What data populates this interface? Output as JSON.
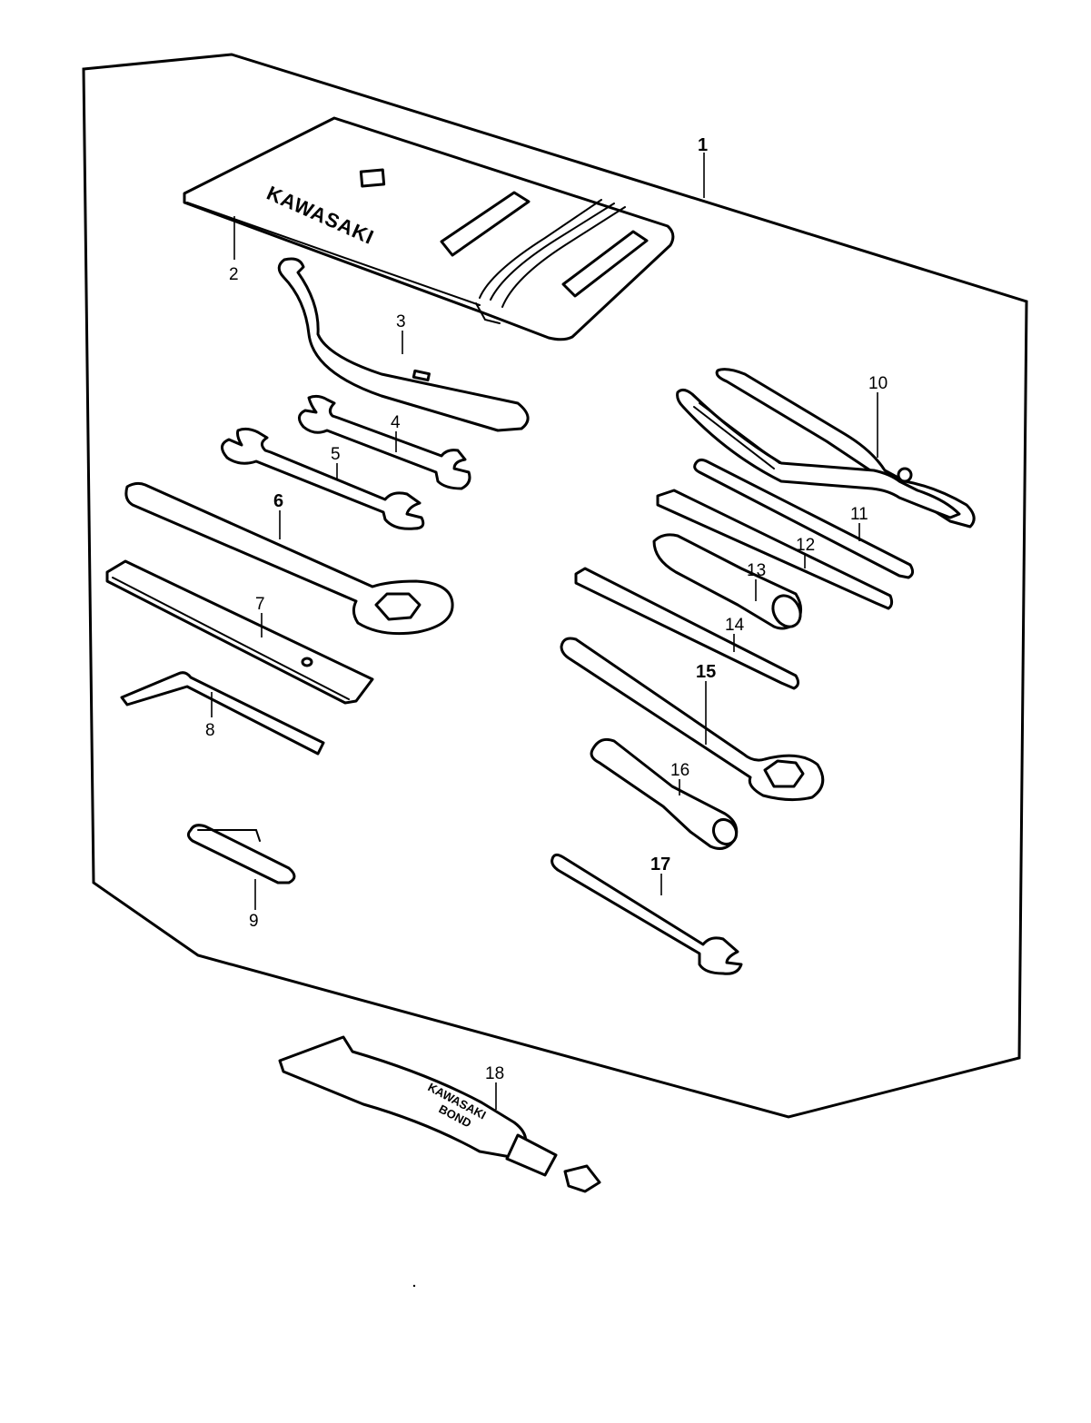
{
  "diagram": {
    "callouts": [
      {
        "id": "1",
        "label": "1"
      },
      {
        "id": "2",
        "label": "2"
      },
      {
        "id": "3",
        "label": "3"
      },
      {
        "id": "4",
        "label": "4"
      },
      {
        "id": "5",
        "label": "5"
      },
      {
        "id": "6",
        "label": "6"
      },
      {
        "id": "7",
        "label": "7"
      },
      {
        "id": "8",
        "label": "8"
      },
      {
        "id": "9",
        "label": "9"
      },
      {
        "id": "10",
        "label": "10"
      },
      {
        "id": "11",
        "label": "11"
      },
      {
        "id": "12",
        "label": "12"
      },
      {
        "id": "13",
        "label": "13"
      },
      {
        "id": "14",
        "label": "14"
      },
      {
        "id": "15",
        "label": "15"
      },
      {
        "id": "16",
        "label": "16"
      },
      {
        "id": "17",
        "label": "17"
      },
      {
        "id": "18",
        "label": "18"
      }
    ],
    "pouch_logo": "KAWASAKI",
    "tube_label_line1": "KAWASAKI",
    "tube_label_line2": "BOND"
  }
}
